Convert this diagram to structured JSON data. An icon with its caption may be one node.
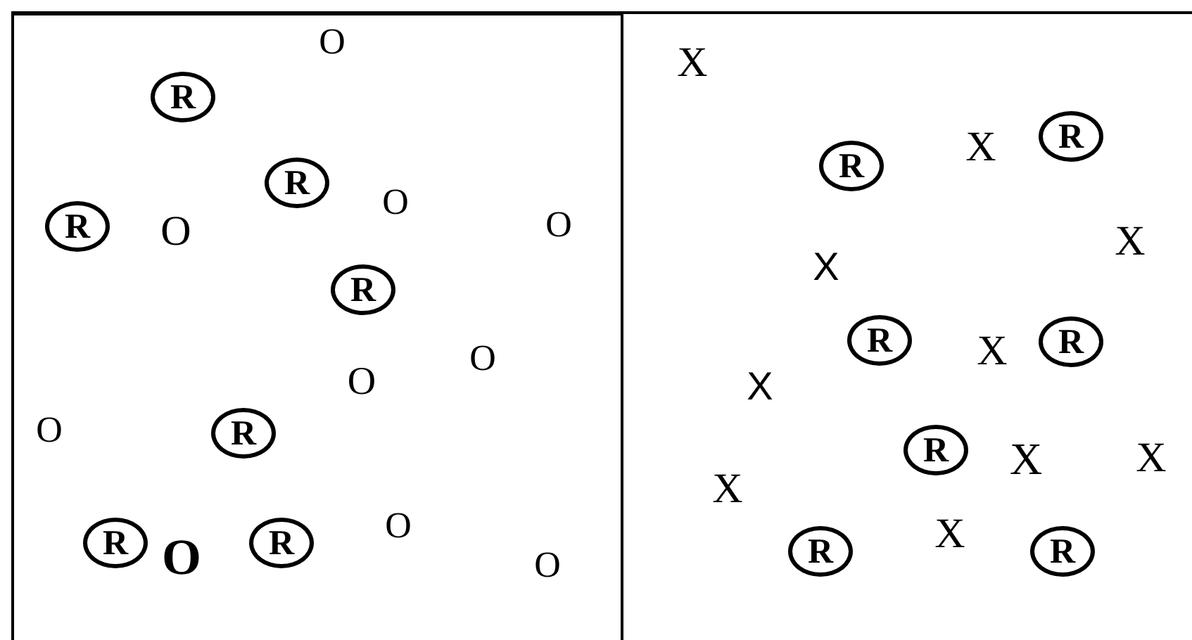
{
  "diagram": {
    "nodes": [
      {
        "text": [],
        "shape": "box"
      },
      {
        "text": [],
        "shape": "box"
      },
      {
        "text": [
          "R"
        ],
        "in": 0
      },
      {
        "text": [
          "R"
        ],
        "in": 0
      },
      {
        "text": [
          "R"
        ],
        "in": 0
      },
      {
        "text": [
          "R"
        ],
        "in": 0
      },
      {
        "text": [
          "R"
        ],
        "in": 0
      },
      {
        "text": [
          "R"
        ],
        "in": 0
      },
      {
        "text": [
          "R"
        ],
        "in": 0
      },
      {
        "text": [
          "R"
        ],
        "in": 1
      },
      {
        "text": [
          "R"
        ],
        "in": 1
      },
      {
        "text": [
          "R"
        ],
        "in": 1
      },
      {
        "text": [
          "R"
        ],
        "in": 1
      },
      {
        "text": [
          "R"
        ],
        "in": 1
      },
      {
        "text": [
          "R"
        ],
        "in": 1
      },
      {
        "text": [
          "R"
        ],
        "in": 1
      }
    ],
    "labels": [
      "O",
      "O",
      "O",
      "O",
      "O",
      "O",
      "O",
      "O",
      "O",
      "O",
      "X",
      "X",
      "X",
      "X",
      "X",
      "X",
      "X",
      "X",
      "X",
      "X"
    ]
  }
}
